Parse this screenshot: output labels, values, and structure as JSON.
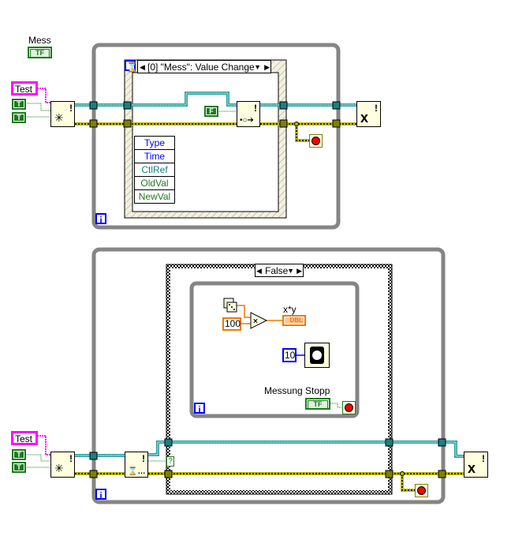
{
  "diagram": {
    "top_section": {
      "control_label": "Mess",
      "control_type_label": "TF",
      "string_constant": "Test",
      "bool_constant_1": "T",
      "bool_constant_2": "T",
      "event_case_selector": "[0] \"Mess\": Value Change",
      "false_constant": "F",
      "event_data_fields": [
        "Type",
        "Time",
        "CtlRef",
        "OldVal",
        "NewVal"
      ],
      "iteration_terminal": "i"
    },
    "bottom_section": {
      "string_constant": "Test",
      "bool_constant_1": "T",
      "bool_constant_2": "T",
      "case_selector": "False",
      "multiply_output_label": "x*y",
      "output_indicator_type": "DBL",
      "numeric_constant_100": "100",
      "wait_constant": "10",
      "stop_control_label": "Messung Stopp",
      "stop_control_type": "TF",
      "inner_iteration_terminal": "i",
      "outer_iteration_terminal": "i",
      "unknown_terminal": "?"
    },
    "colors": {
      "refnum_wire": "#2aa0a0",
      "error_wire": "#bcb800",
      "string_wire": "#ff00ff",
      "bool_wire": "#1c7a1c",
      "numeric_dbl": "#f07800",
      "numeric_int": "#0000ff",
      "loop_border": "#858585",
      "node_fill": "#ffffe0"
    }
  }
}
